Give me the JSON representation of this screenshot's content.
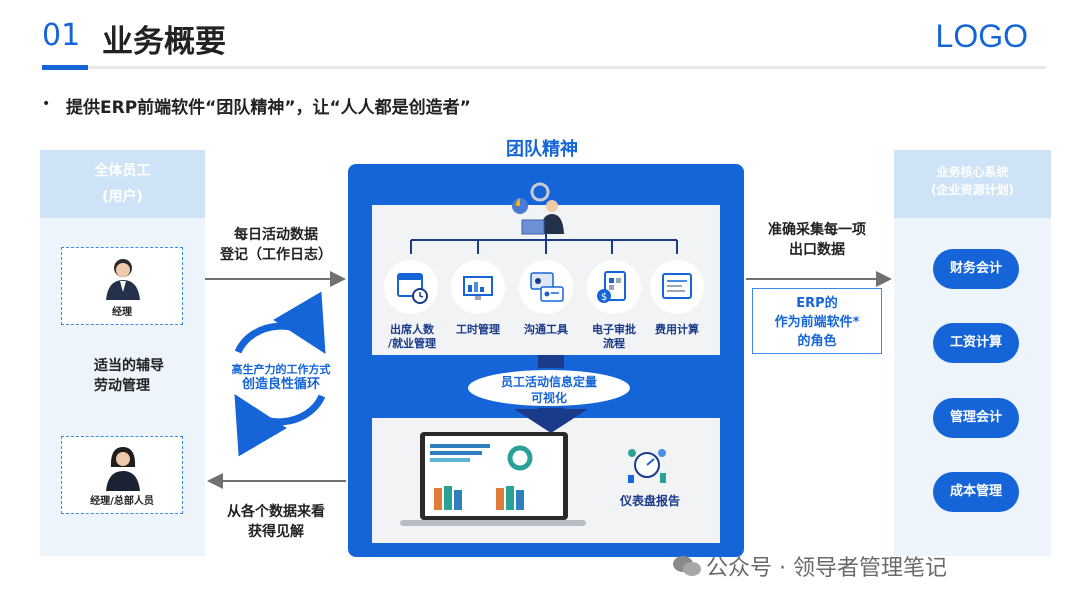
{
  "header": {
    "number": "01",
    "title": "业务概要",
    "logo": "LOGO"
  },
  "bullet": "提供ERP前端软件“团队精神”，让“人人都是创造者”",
  "left": {
    "title": "全体员工",
    "subtitle": "(用户)",
    "person_top_label": "经理",
    "person_bottom_label": "经理/总部人员",
    "help_line1": "适当的辅导",
    "help_line2": "劳动管理"
  },
  "arrows": {
    "daily_line1": "每日活动数据",
    "daily_line2": "登记（工作日志）",
    "insight_line1": "从各个数据来看",
    "insight_line2": "获得见解",
    "accurate_line1": "准确采集每一项",
    "accurate_line2": "出口数据"
  },
  "cycle": {
    "line1": "高生产力的工作方式",
    "line2": "创造良性循环"
  },
  "center": {
    "title": "团队精神",
    "modules": [
      {
        "line1": "出席人数",
        "line2": "/就业管理"
      },
      {
        "line1": "工时管理",
        "line2": ""
      },
      {
        "line1": "沟通工具",
        "line2": ""
      },
      {
        "line1": "电子审批",
        "line2": "流程"
      },
      {
        "line1": "费用计算",
        "line2": ""
      }
    ],
    "visual_line1": "员工活动信息定量",
    "visual_line2": "可视化",
    "dashboard_label": "仪表盘报告"
  },
  "erp": {
    "line1": "ERP的",
    "line2": "作为前端软件*",
    "line3": "的角色"
  },
  "right": {
    "title": "业务核心系统",
    "subtitle": "(企业资源计划)",
    "items": [
      "财务会计",
      "工资计算",
      "管理会计",
      "成本管理"
    ]
  },
  "watermark": "公众号 · 领导者管理笔记",
  "colors": {
    "accent": "#1565d8",
    "panel": "#eef4fc",
    "panel_head": "#cfe3f7"
  }
}
